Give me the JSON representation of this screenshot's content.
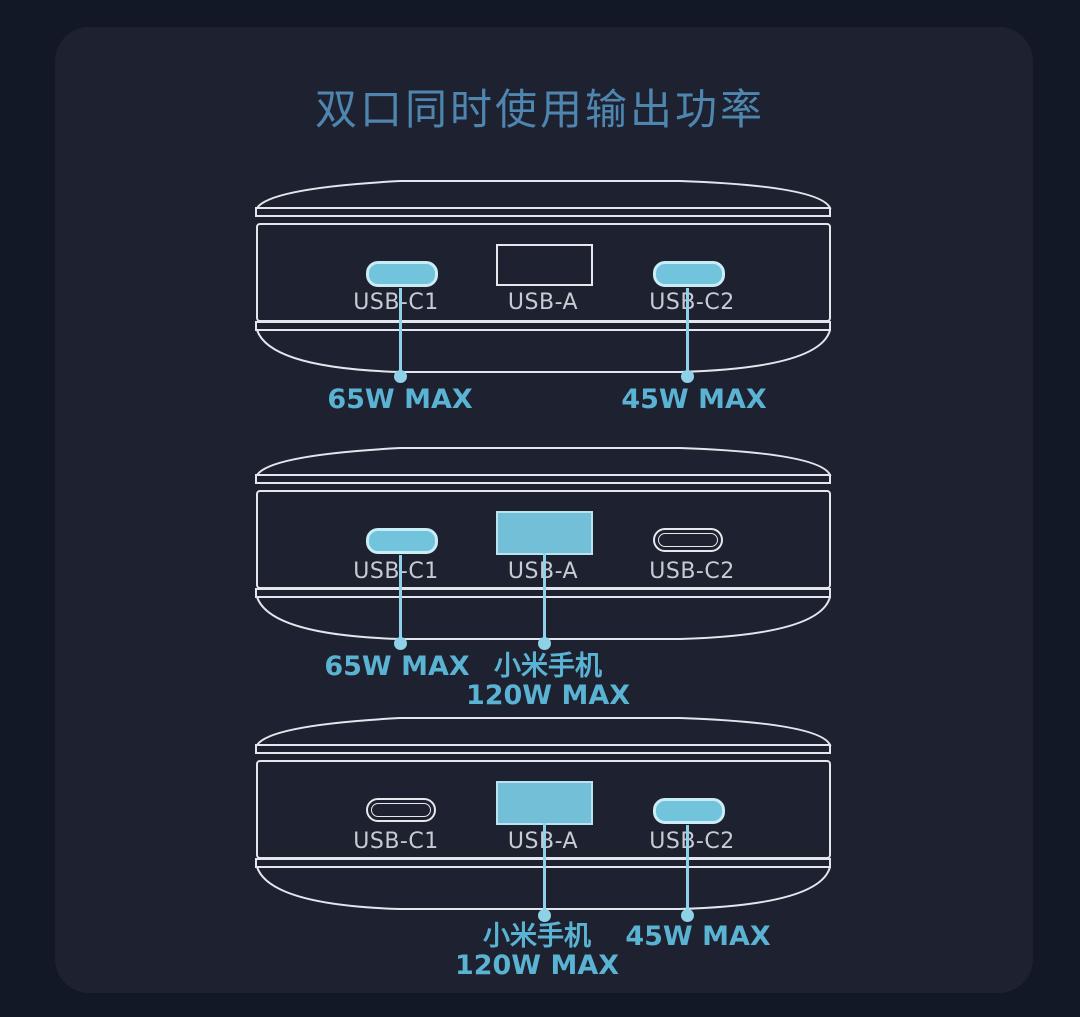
{
  "title": "双口同时使用输出功率",
  "port_labels": {
    "c1": "USB-C1",
    "a": "USB-A",
    "c2": "USB-C2"
  },
  "scenarios": [
    {
      "active_ports": [
        "USB-C1",
        "USB-C2"
      ],
      "outputs": [
        {
          "port": "USB-C1",
          "lines": [
            "65W MAX"
          ]
        },
        {
          "port": "USB-C2",
          "lines": [
            "45W MAX"
          ]
        }
      ]
    },
    {
      "active_ports": [
        "USB-C1",
        "USB-A"
      ],
      "outputs": [
        {
          "port": "USB-C1",
          "lines": [
            "65W MAX"
          ]
        },
        {
          "port": "USB-A",
          "lines": [
            "小米手机",
            "120W MAX"
          ]
        }
      ]
    },
    {
      "active_ports": [
        "USB-A",
        "USB-C2"
      ],
      "outputs": [
        {
          "port": "USB-A",
          "lines": [
            "小米手机",
            "120W MAX"
          ]
        },
        {
          "port": "USB-C2",
          "lines": [
            "45W MAX"
          ]
        }
      ]
    }
  ],
  "colors": {
    "accent": "#5bb3d3",
    "port_active": "#72c3dc",
    "title": "#4e86b0",
    "background": "#1e2230"
  }
}
